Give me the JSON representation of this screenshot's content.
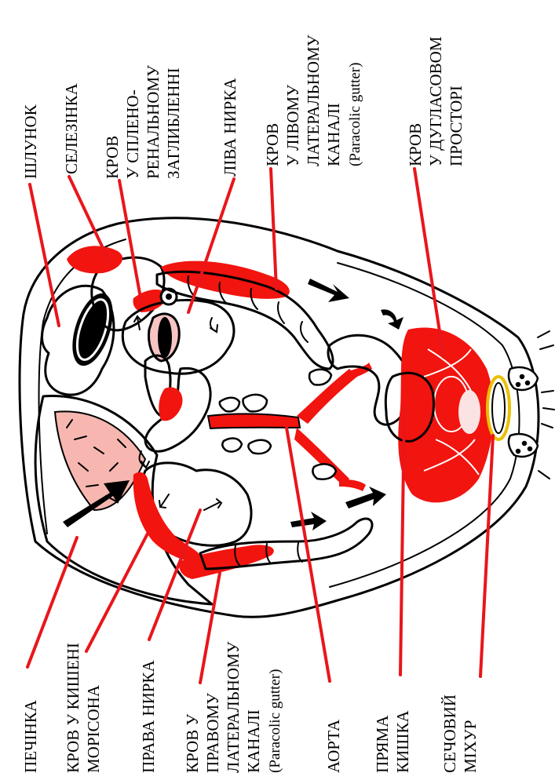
{
  "labels": {
    "stomach": "ШЛУНОК",
    "spleen": "СЕЛЕЗІНКА",
    "splenorenal_1": "КРОВ",
    "splenorenal_2": "У СПЛЕНО-",
    "splenorenal_3": "РЕНАЛЬНОМУ",
    "splenorenal_4": "ЗАГЛИБЛЕННІ",
    "left_kidney": "ЛІВА НИРКА",
    "left_gutter_1": "КРОВ",
    "left_gutter_2": "У ЛІВОМУ",
    "left_gutter_3": "ЛАТЕРАЛЬНОМУ",
    "left_gutter_4": "КАНАЛІ",
    "left_gutter_5": "(Paracolic gutter)",
    "douglas_1": "КРОВ",
    "douglas_2": "У ДУГЛАСОВОМ",
    "douglas_3": "ПРОСТОРІ",
    "liver": "ПЕЧІНКА",
    "morison_1": "КРОВ У КИШЕНІ",
    "morison_2": "МОРІСОНА",
    "right_kidney": "ПРАВА НИРКА",
    "right_gutter_1": "КРОВ У",
    "right_gutter_2": "ПРАВОМУ",
    "right_gutter_3": "ЛАТЕРАЛЬНОМУ",
    "right_gutter_4": "КАНАЛІ",
    "right_gutter_5": "(Paracolic gutter)",
    "aorta": "АОРТА",
    "rectum_1": "ПРЯМА",
    "rectum_2": "КИШКА",
    "bladder_1": "СЕЧОВИЙ",
    "bladder_2": "МІХУР"
  },
  "colors": {
    "blood": "#f2140f",
    "leader": "#e8161b",
    "liver": "#f4a7a0",
    "kidney": "#e48c85",
    "spleen": "#9b4f80",
    "stomach": "#f7c4c4",
    "gallbladder": "#fff3a8"
  }
}
